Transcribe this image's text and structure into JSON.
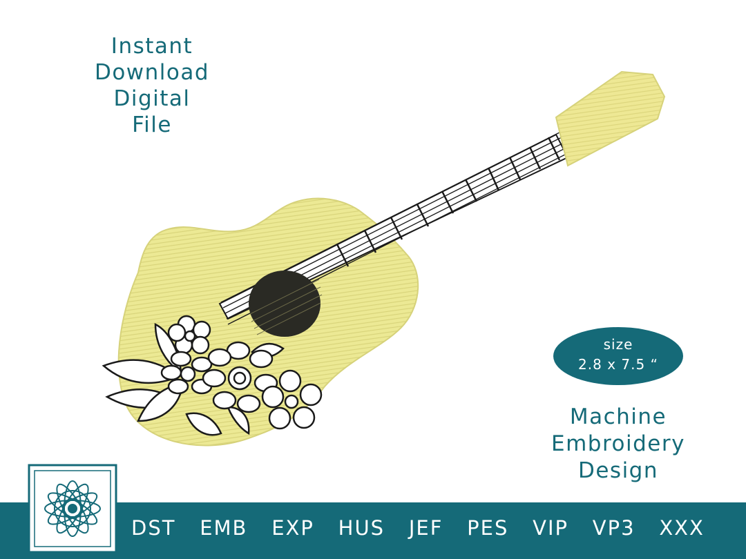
{
  "promo": {
    "top_lines": [
      "Instant",
      "Download",
      "Digital",
      "File"
    ],
    "size_label": "size",
    "size_value": "2.8 x 7.5 “",
    "bottom_lines": [
      "Machine",
      "Embroidery",
      "Design"
    ]
  },
  "formats": [
    "DST",
    "EMB",
    "EXP",
    "HUS",
    "JEF",
    "PES",
    "VIP",
    "VP3",
    "XXX"
  ],
  "colors": {
    "teal": "#156a78",
    "guitar_body": "#ece994",
    "thread_black": "#1a1a1a",
    "background": "#ffffff"
  },
  "icons": [
    "mandala-logo",
    "guitar-illustration",
    "flower-bouquet"
  ]
}
